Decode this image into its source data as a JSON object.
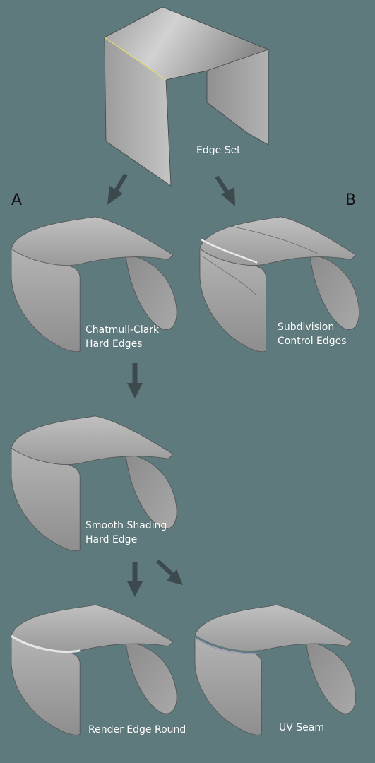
{
  "diagram": {
    "branch_a": "A",
    "branch_b": "B",
    "source": {
      "label": "Edge Set"
    },
    "nodes": [
      {
        "id": "chatmull",
        "line1": "Chatmull-Clark",
        "line2": "Hard Edges"
      },
      {
        "id": "subdiv",
        "line1": "Subdivision",
        "line2": "Control Edges"
      },
      {
        "id": "smooth",
        "line1": "Smooth Shading",
        "line2": "Hard Edge"
      },
      {
        "id": "render",
        "line1": "Render Edge Round",
        "line2": ""
      },
      {
        "id": "uvseam",
        "line1": "UV Seam",
        "line2": ""
      }
    ]
  },
  "colors": {
    "background": "#5f7a7d",
    "arrow": "#3c4a4d",
    "highlight_edge": "#e8e070",
    "seam": "#9a8fb5"
  }
}
